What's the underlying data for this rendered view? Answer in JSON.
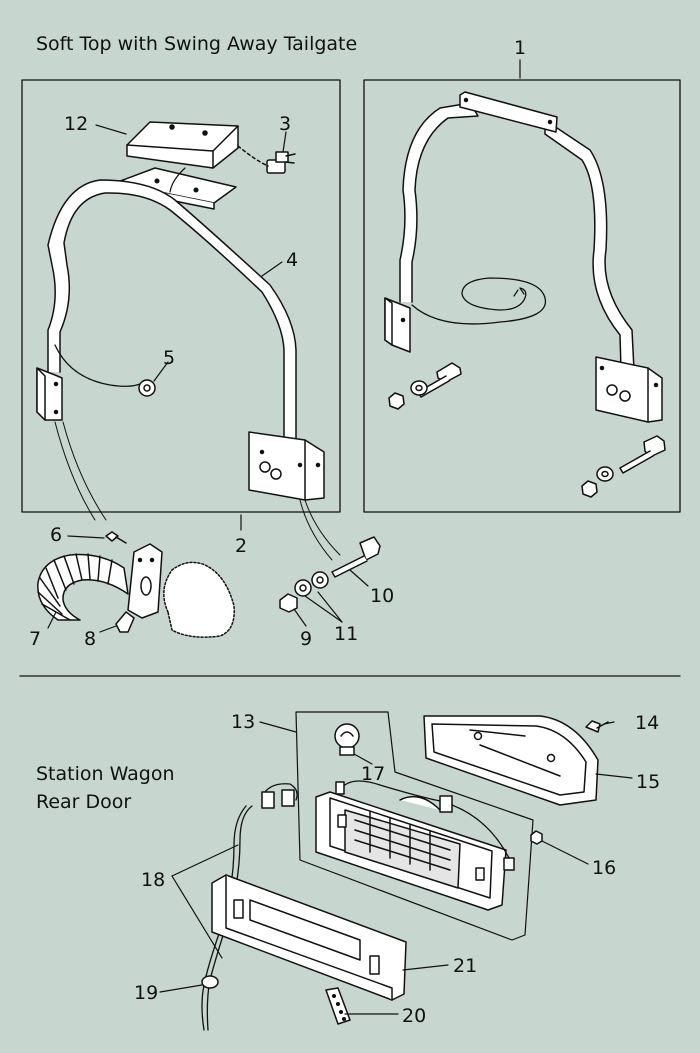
{
  "soft_top_title": "Soft Top with Swing Away Tailgate",
  "station_wagon_title_line1": "Station Wagon",
  "station_wagon_title_line2": "Rear Door",
  "callouts": [
    "1",
    "2",
    "3",
    "4",
    "5",
    "6",
    "7",
    "8",
    "9",
    "10",
    "11",
    "12",
    "13",
    "14",
    "15",
    "16",
    "17",
    "18",
    "19",
    "20",
    "21"
  ],
  "colors": {
    "background": "#c8d6d0",
    "line": "#111111",
    "part_fill": "#ffffff"
  }
}
